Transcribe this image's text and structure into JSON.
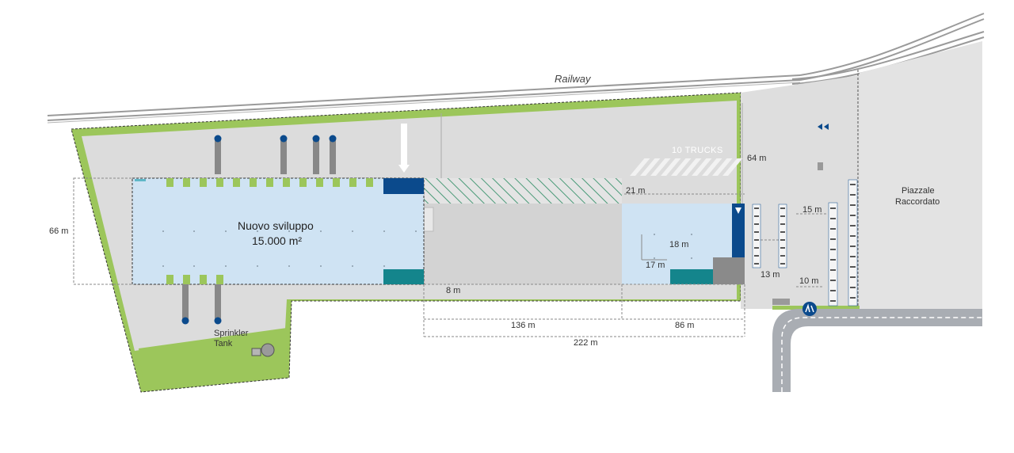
{
  "labels": {
    "railway": "Railway",
    "trucks": "10 TRUCKS",
    "new_building_line1": "Nuovo sviluppo",
    "new_building_line2": "15.000 m²",
    "sprinkler_line1": "Sprinkler",
    "sprinkler_line2": "Tank",
    "piazzale_line1": "Piazzale",
    "piazzale_line2": "Raccordato"
  },
  "dimensions": {
    "d66": "66 m",
    "d64": "64 m",
    "d21": "21 m",
    "d18": "18 m",
    "d17": "17 m",
    "d8": "8 m",
    "d136": "136 m",
    "d86": "86 m",
    "d222": "222 m",
    "d13": "13 m",
    "d15": "15 m",
    "d10": "10 m"
  },
  "colors": {
    "ground": "#dcdcdc",
    "ground_light": "#e6e6e6",
    "green": "#9cc65b",
    "building": "#cfe3f3",
    "dark_blue": "#0b4a8c",
    "teal": "#14858c",
    "rail": "#9a9a9a",
    "road": "#a9adb3"
  },
  "icons": [
    "double-chevron-left-icon",
    "lane-direction-sign-icon",
    "down-arrow-icon",
    "truck-parking-icon",
    "sprinkler-tank-icon"
  ]
}
